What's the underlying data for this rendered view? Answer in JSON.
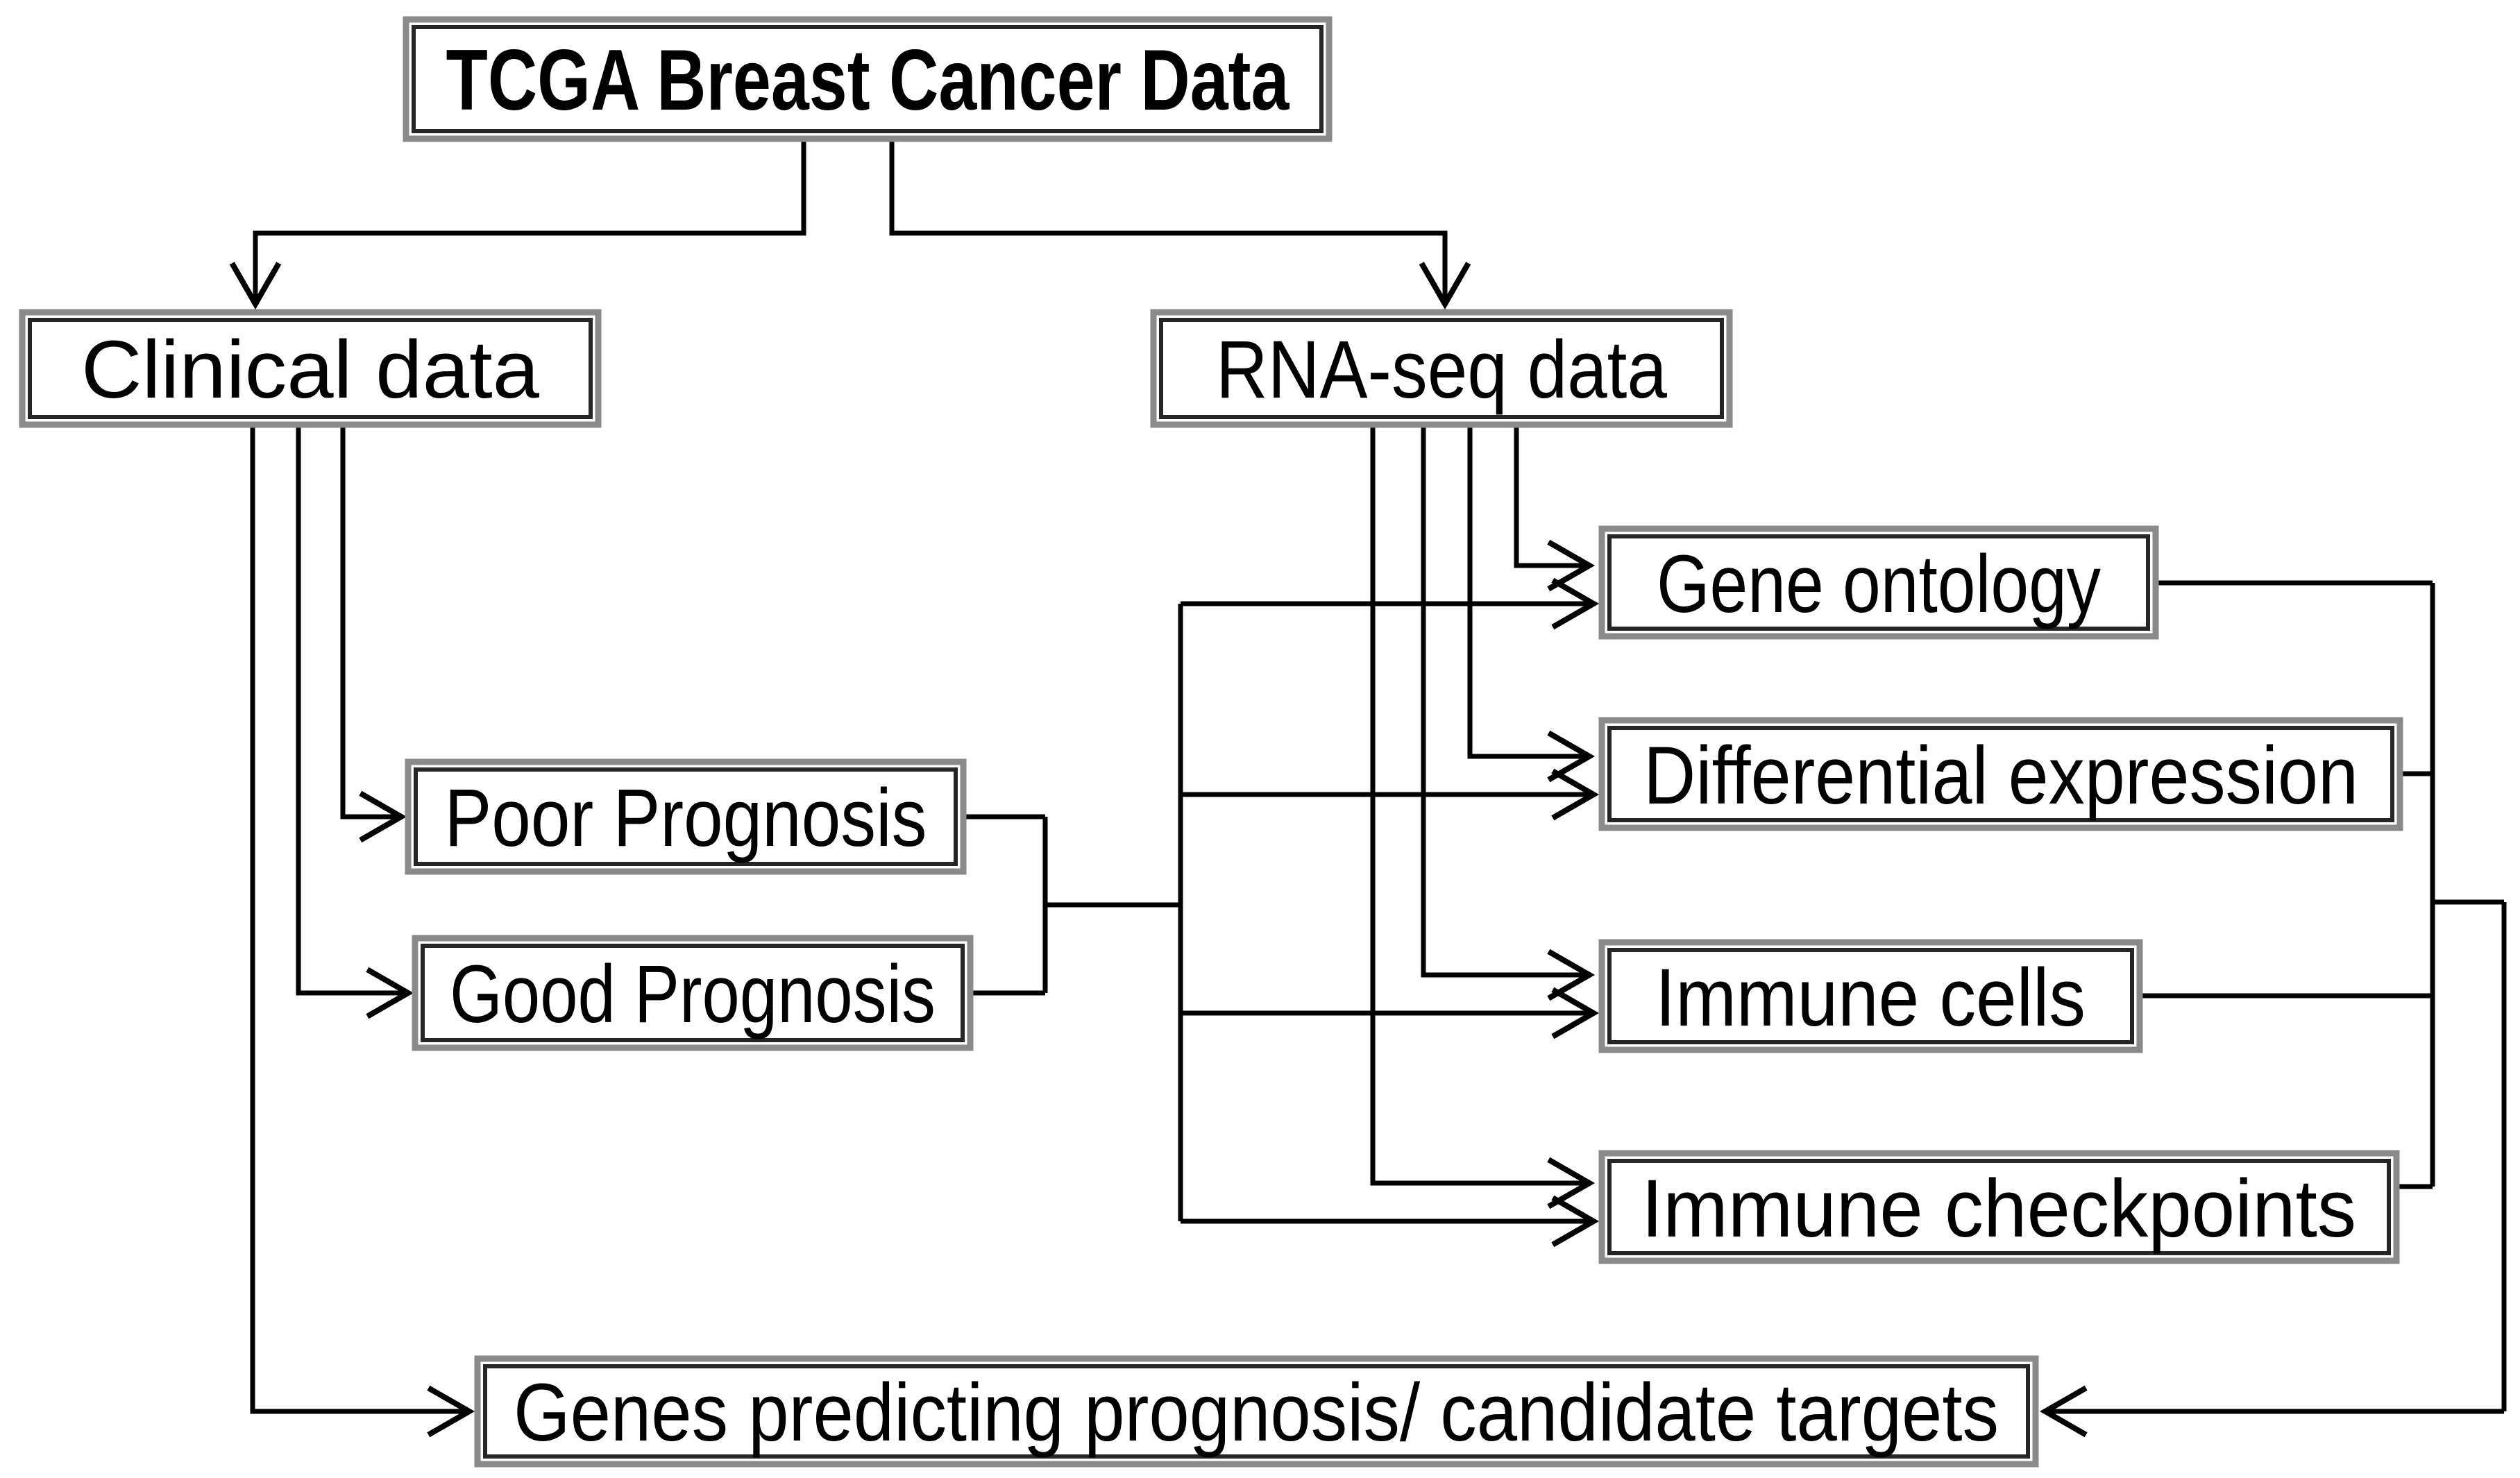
{
  "diagram_title": "TCGA breast cancer analysis workflow flowchart",
  "nodes": {
    "tcga": {
      "label": "TCGA Breast Cancer Data"
    },
    "clinical": {
      "label": "Clinical data"
    },
    "rnaseq": {
      "label": "RNA-seq data"
    },
    "poor": {
      "label": "Poor Prognosis"
    },
    "good": {
      "label": "Good Prognosis"
    },
    "gene_ontology": {
      "label": "Gene ontology"
    },
    "diff_expression": {
      "label": "Differential expression"
    },
    "immune_cells": {
      "label": "Immune cells"
    },
    "immune_checkpoints": {
      "label": "Immune checkpoints"
    },
    "output": {
      "label": "Genes predicting prognosis/ candidate targets"
    }
  },
  "edges": [
    {
      "from": "TCGA Breast Cancer Data",
      "to": "Clinical data"
    },
    {
      "from": "TCGA Breast Cancer Data",
      "to": "RNA-seq data"
    },
    {
      "from": "Clinical data",
      "to": "Poor Prognosis"
    },
    {
      "from": "Clinical data",
      "to": "Good Prognosis"
    },
    {
      "from": "Clinical data",
      "to": "Genes predicting prognosis/ candidate targets"
    },
    {
      "from": "Poor Prognosis + Good Prognosis",
      "to": "Gene ontology"
    },
    {
      "from": "Poor Prognosis + Good Prognosis",
      "to": "Differential expression"
    },
    {
      "from": "Poor Prognosis + Good Prognosis",
      "to": "Immune cells"
    },
    {
      "from": "Poor Prognosis + Good Prognosis",
      "to": "Immune checkpoints"
    },
    {
      "from": "RNA-seq data",
      "to": "Gene ontology"
    },
    {
      "from": "RNA-seq data",
      "to": "Differential expression"
    },
    {
      "from": "RNA-seq data",
      "to": "Immune cells"
    },
    {
      "from": "RNA-seq data",
      "to": "Immune checkpoints"
    },
    {
      "from": "Gene ontology",
      "to": "Genes predicting prognosis/ candidate targets"
    },
    {
      "from": "Differential expression",
      "to": "Genes predicting prognosis/ candidate targets"
    },
    {
      "from": "Immune cells",
      "to": "Genes predicting prognosis/ candidate targets"
    },
    {
      "from": "Immune checkpoints",
      "to": "Genes predicting prognosis/ candidate targets"
    }
  ],
  "colors": {
    "line": "#000000",
    "border_outer": "#8a8a8a",
    "border_inner": "#262626",
    "box_fill": "#ffffff",
    "text": "#000000"
  }
}
